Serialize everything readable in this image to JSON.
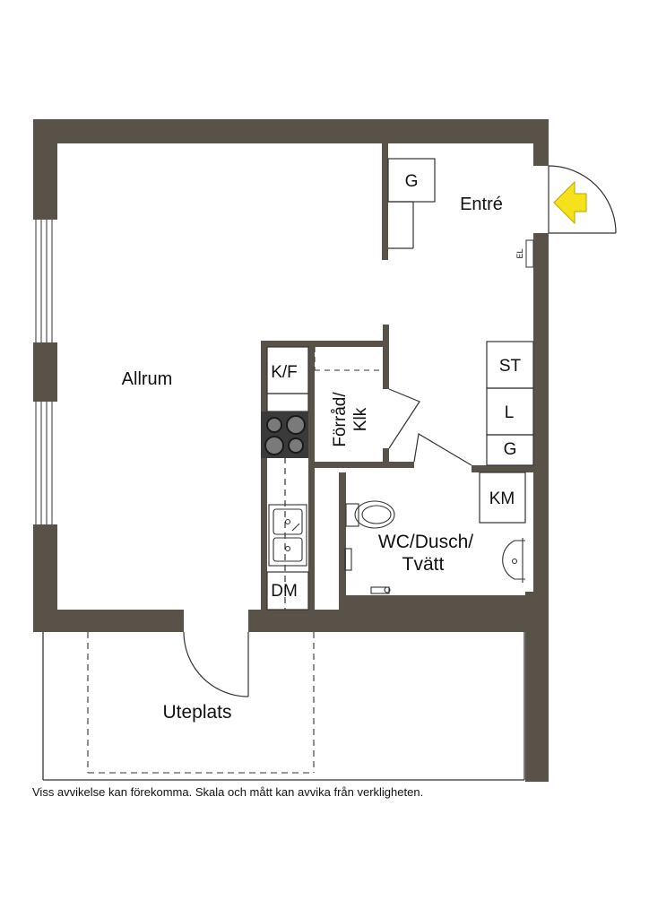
{
  "rooms": {
    "allrum": "Allrum",
    "entre": "Entré",
    "uteplats": "Uteplats",
    "forrad_line1": "Förråd/",
    "forrad_line2": "Klk",
    "wc_line1": "WC/Dusch/",
    "wc_line2": "Tvätt"
  },
  "fixtures": {
    "kf": "K/F",
    "dm": "DM",
    "st": "ST",
    "l": "L",
    "g_entre": "G",
    "g_right": "G",
    "km": "KM",
    "el": "EL"
  },
  "disclaimer": "Viss avvikelse kan förekomma. Skala och mått kan avvika från verkligheten.",
  "colors": {
    "wall": "#585248",
    "entrance_arrow": "#f5e21a",
    "line": "#333333"
  }
}
